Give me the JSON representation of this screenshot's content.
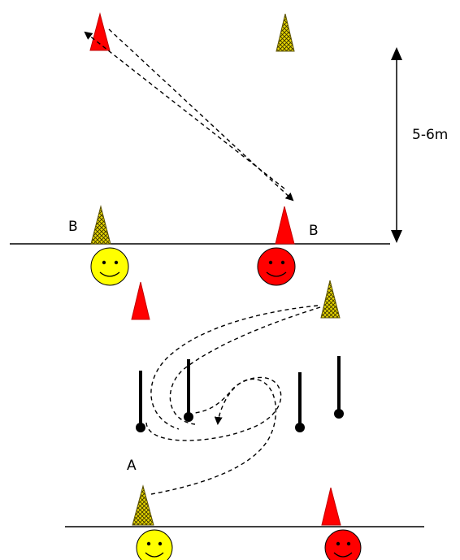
{
  "labels": {
    "distance": "5-6m",
    "station_b_left": "B",
    "station_b_right": "B",
    "station_a": "A"
  },
  "colors": {
    "red_cone": "#ff0000",
    "yellow_cone": "#e8d800",
    "yellow_player": "#ffff00",
    "red_player": "#ff0000",
    "line": "#000000"
  }
}
